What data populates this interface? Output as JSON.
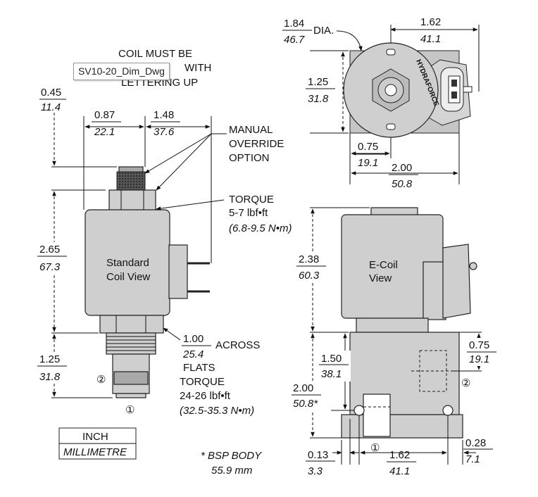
{
  "tooltip": "SV10-20_Dim_Dwg",
  "notes": {
    "coil_orientation": [
      "COIL MUST BE",
      "WITH",
      "LETTERING UP"
    ],
    "manual_override": [
      "MANUAL",
      "OVERRIDE",
      "OPTION"
    ],
    "torque_top": [
      "TORQUE",
      "5-7 lbf•ft",
      "(6.8-9.5 N•m)"
    ],
    "across_flats": [
      "ACROSS",
      "FLATS"
    ],
    "torque_bottom": [
      "TORQUE",
      "24-26 lbf•ft",
      "(32.5-35.3 N•m)"
    ],
    "bsp_body": [
      "* BSP BODY",
      "55.9  mm"
    ],
    "standard_coil": [
      "Standard",
      "Coil View"
    ],
    "e_coil": [
      "E-Coil",
      "View"
    ],
    "brand": "HYDRAFORCE",
    "dia_label": "DIA.",
    "port_1": "①",
    "port_2": "②"
  },
  "units": {
    "inch": "INCH",
    "mm": "MILLIMETRE"
  },
  "dims": {
    "d045": [
      "0.45",
      "11.4"
    ],
    "d087": [
      "0.87",
      "22.1"
    ],
    "d148": [
      "1.48",
      "37.6"
    ],
    "d265": [
      "2.65",
      "67.3"
    ],
    "d125_left": [
      "1.25",
      "31.8"
    ],
    "d100": [
      "1.00",
      "25.4"
    ],
    "d184": [
      "1.84",
      "46.7"
    ],
    "d162_top": [
      "1.62",
      "41.1"
    ],
    "d125_top": [
      "1.25",
      "31.8"
    ],
    "d075_top": [
      "0.75",
      "19.1"
    ],
    "d200_top": [
      "2.00",
      "50.8"
    ],
    "d238": [
      "2.38",
      "60.3"
    ],
    "d150": [
      "1.50",
      "38.1"
    ],
    "d200_left": [
      "2.00",
      "50.8*"
    ],
    "d075_right": [
      "0.75",
      "19.1"
    ],
    "d013": [
      "0.13",
      "3.3"
    ],
    "d162_bottom": [
      "1.62",
      "41.1"
    ],
    "d028": [
      "0.28",
      "7.1"
    ]
  }
}
